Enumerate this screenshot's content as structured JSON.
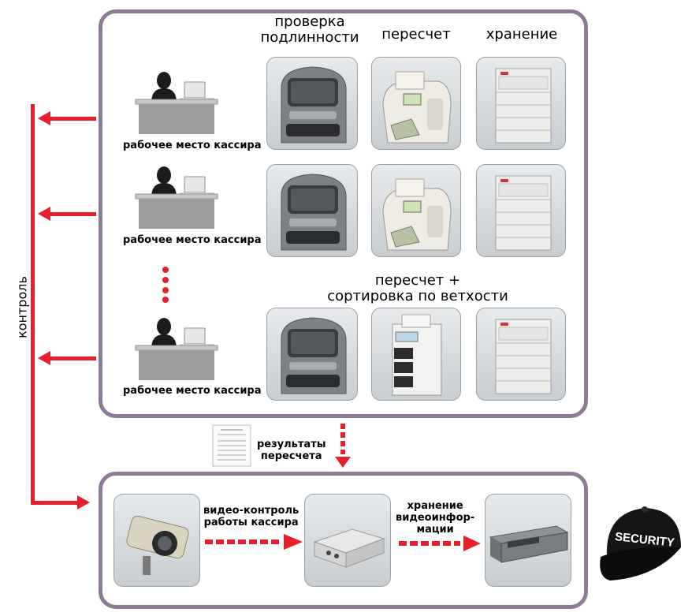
{
  "columns": {
    "authenticity": "проверка\nподлинности",
    "counting": "пересчет",
    "storage": "хранение"
  },
  "cashier_label": "рабочее место кассира",
  "sorting_heading": "пересчет +\nсортировка по ветхости",
  "control_label": "контроль",
  "results_label": "результаты\nпересчета",
  "video_control_label": "видео-контроль\nработы кассира",
  "video_storage_label": "хранение\nвидеоинфор-\nмации",
  "cap_text": "SECURITY",
  "colors": {
    "frame": "#8d7a97",
    "arrow": "#e3202b",
    "tile_top": "#e7eaec",
    "tile_bottom": "#c7cdd1"
  }
}
